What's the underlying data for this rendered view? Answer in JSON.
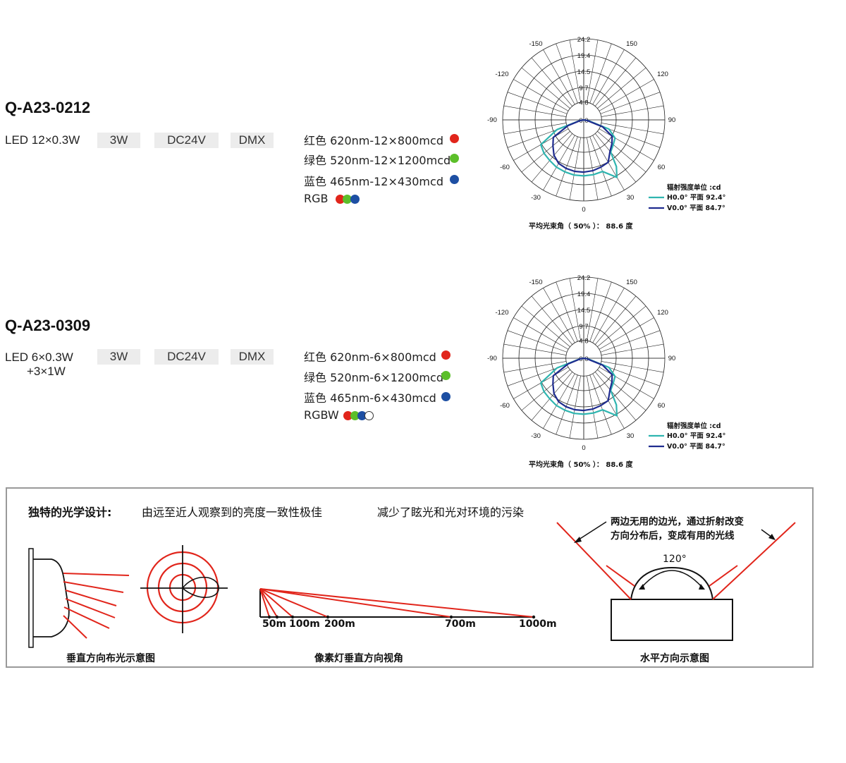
{
  "products": [
    {
      "model": "Q-A23-0212",
      "led": "LED 12×0.3W",
      "led2": "",
      "power": "3W",
      "voltage": "DC24V",
      "control": "DMX",
      "colors": [
        {
          "text": "红色 620nm-12×800mcd",
          "color": "#e1251b"
        },
        {
          "text": "绿色 520nm-12×1200mcd",
          "color": "#5cbf2a"
        },
        {
          "text": "蓝色 465nm-12×430mcd",
          "color": "#1d4fa3"
        }
      ],
      "mix_label": "RGB",
      "mix_colors": [
        "#e1251b",
        "#5cbf2a",
        "#1d4fa3"
      ]
    },
    {
      "model": "Q-A23-0309",
      "led": "LED 6×0.3W",
      "led2": "+3×1W",
      "power": "3W",
      "voltage": "DC24V",
      "control": "DMX",
      "colors": [
        {
          "text": "红色 620nm-6×800mcd",
          "color": "#e1251b"
        },
        {
          "text": "绿色 520nm-6×1200mcd",
          "color": "#5cbf2a"
        },
        {
          "text": "蓝色 465nm-6×430mcd",
          "color": "#1d4fa3"
        }
      ],
      "mix_label": "RGBW",
      "mix_colors": [
        "#e1251b",
        "#5cbf2a",
        "#1d4fa3",
        "#ffffff"
      ]
    }
  ],
  "polar": {
    "angle_labels": {
      "top_left": "-150",
      "top_right": "150",
      "l120": "-120",
      "r120": "120",
      "l90": "-90",
      "r90": "90",
      "l60": "-60",
      "r60": "60",
      "l30": "-30",
      "r30": "30",
      "bottom": "0"
    },
    "ring_values": [
      "24.2",
      "19.4",
      "14.5",
      "9.7",
      "4.8",
      "0.0"
    ],
    "unit_label": "辐射强度单位 :cd",
    "legend": [
      {
        "text": "H0.0° 平面 92.4°",
        "color": "#2fb5b0"
      },
      {
        "text": "V0.0° 平面 84.7°",
        "color": "#1f2c8f"
      }
    ],
    "beam_angle": "平均光束角（ 50% ）：  88.6 度",
    "h_curve": [
      [
        -180,
        0
      ],
      [
        -150,
        0
      ],
      [
        -120,
        0
      ],
      [
        -100,
        0
      ],
      [
        -90,
        0
      ],
      [
        -80,
        1.2
      ],
      [
        -70,
        8.5
      ],
      [
        -60,
        14.8
      ],
      [
        -50,
        15.5
      ],
      [
        -40,
        15.8
      ],
      [
        -30,
        16.3
      ],
      [
        -20,
        16.5
      ],
      [
        -10,
        16.7
      ],
      [
        0,
        16.7
      ],
      [
        10,
        16.6
      ],
      [
        20,
        16.4
      ],
      [
        30,
        19.8
      ],
      [
        35,
        17
      ],
      [
        40,
        12.5
      ],
      [
        50,
        11.5
      ],
      [
        60,
        10.8
      ],
      [
        70,
        8
      ],
      [
        80,
        1.4
      ],
      [
        90,
        0
      ],
      [
        180,
        0
      ]
    ],
    "v_curve": [
      [
        -180,
        0
      ],
      [
        -90,
        0
      ],
      [
        -80,
        1
      ],
      [
        -70,
        5
      ],
      [
        -60,
        10.5
      ],
      [
        -50,
        12
      ],
      [
        -40,
        13.8
      ],
      [
        -30,
        15
      ],
      [
        -20,
        15.4
      ],
      [
        -10,
        15.6
      ],
      [
        0,
        15.6
      ],
      [
        10,
        15.4
      ],
      [
        20,
        15
      ],
      [
        30,
        14.6
      ],
      [
        40,
        12.2
      ],
      [
        50,
        11
      ],
      [
        60,
        9.8
      ],
      [
        70,
        6
      ],
      [
        80,
        1
      ],
      [
        90,
        0
      ]
    ]
  },
  "panel": {
    "headline_bold": "独特的光学设计:",
    "headline_1": "由远至近人观察到的亮度一致性极佳",
    "headline_2": "减少了眩光和光对环境的污染",
    "caption_vertical": "垂直方向布光示意图",
    "caption_pixel": "像素灯垂直方向视角",
    "caption_horizontal": "水平方向示意图",
    "distances": [
      "50m",
      "100m",
      "200m",
      "700m",
      "1000m"
    ],
    "note_line1": "两边无用的边光，通过折射改变",
    "note_line2": "方向分布后，变成有用的光线",
    "angle_120": "120°"
  }
}
